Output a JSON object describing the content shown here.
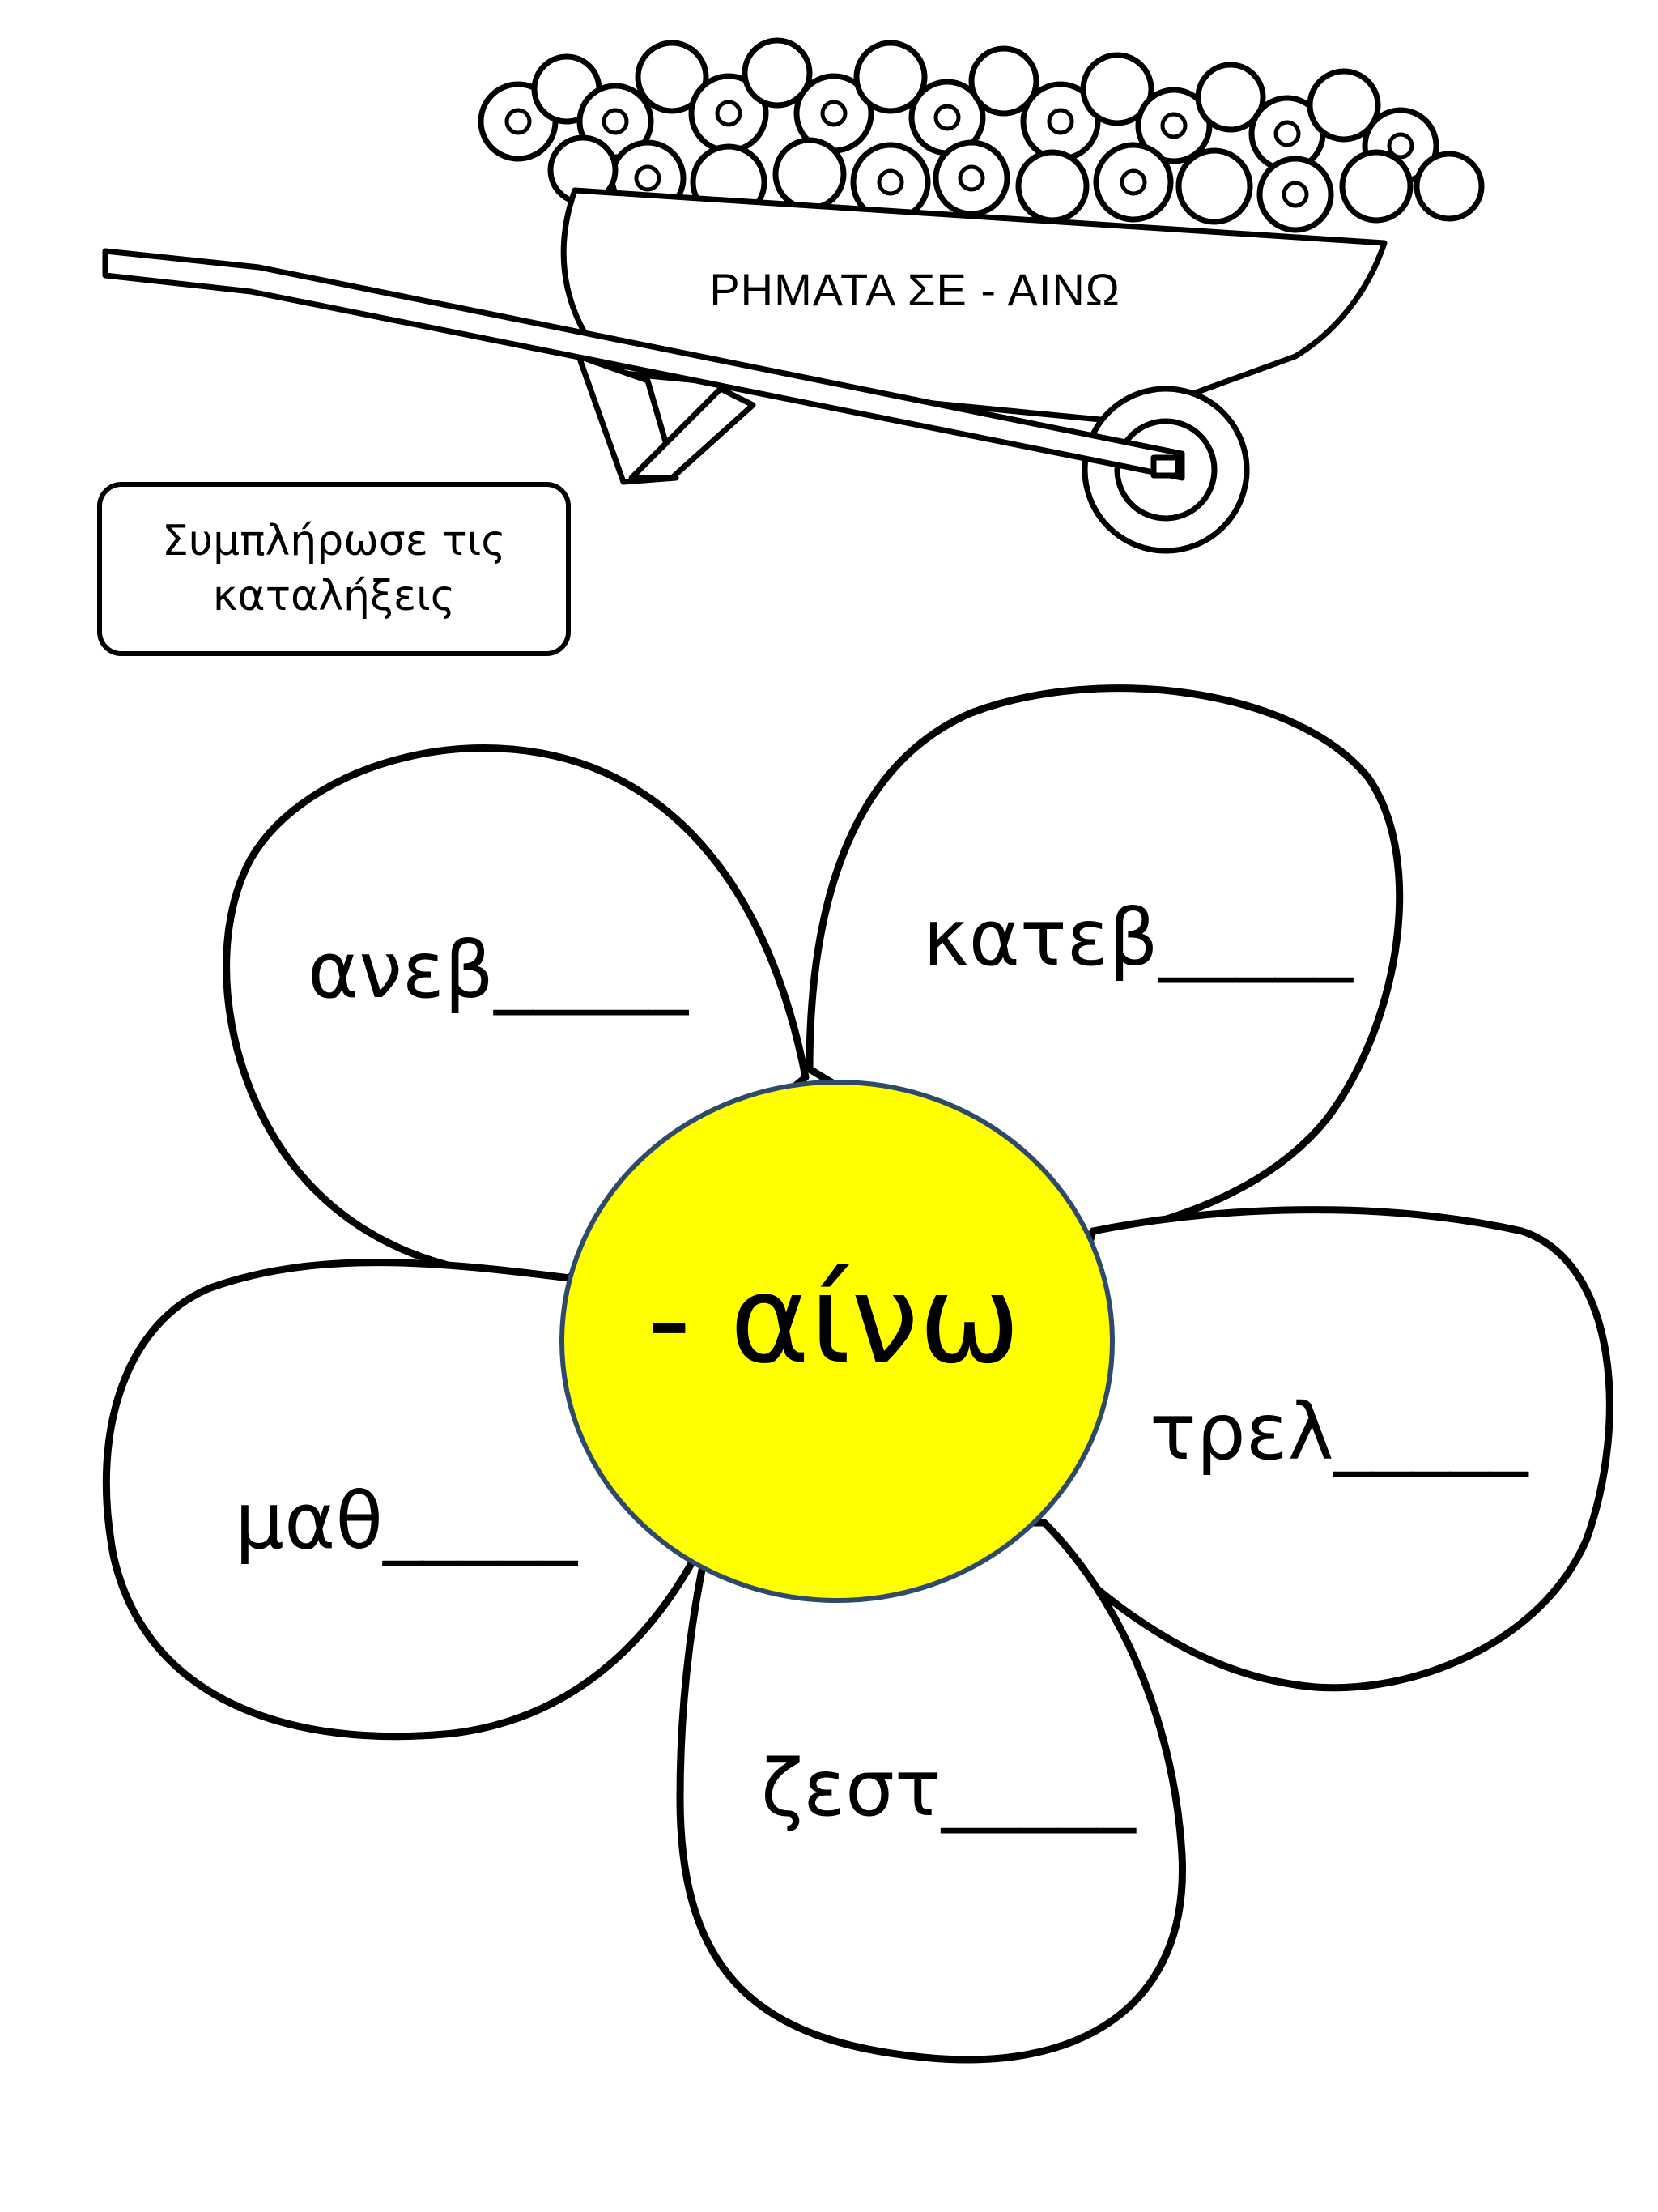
{
  "header": {
    "title": "ΡΗΜΑΤΑ ΣΕ - ΑΙΝΩ"
  },
  "instruction": {
    "line1": "Συμπλήρωσε τις",
    "line2": "καταλήξεις"
  },
  "flower": {
    "center_label": "- αίνω",
    "center_color": "#ffff00",
    "center_border_color": "#2e4a6b",
    "petals": [
      {
        "word": "ανεβ_____"
      },
      {
        "word": "κατεβ_____"
      },
      {
        "word": "τρελ_____"
      },
      {
        "word": "ζεστ_____"
      },
      {
        "word": "μαθ_____"
      }
    ]
  },
  "illustration": {
    "icon": "wheelbarrow-with-flowers-icon"
  }
}
